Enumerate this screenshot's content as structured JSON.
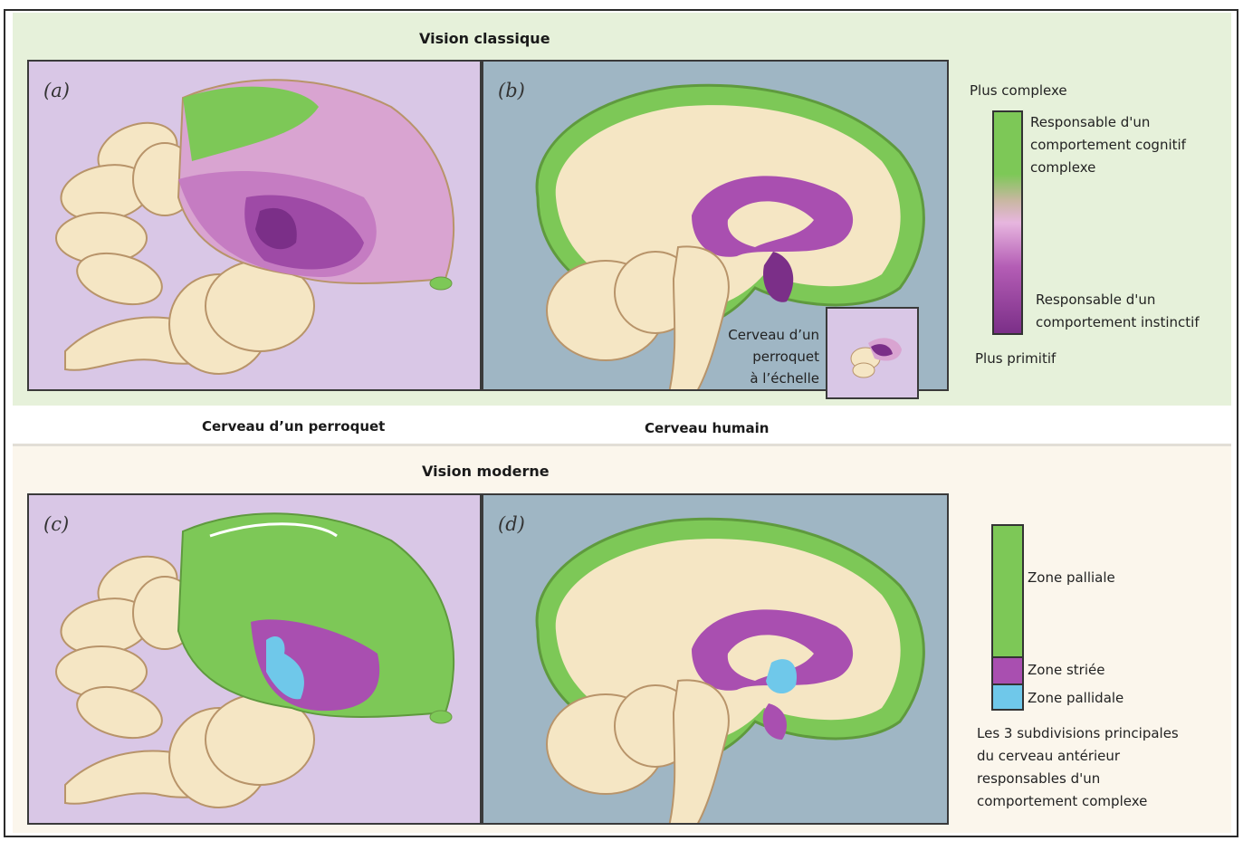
{
  "top": {
    "title": "Vision classique",
    "panel_a_label": "(a)",
    "panel_b_label": "(b)",
    "inset_caption": [
      "Cerveau d’un",
      "perroquet",
      "à l’échelle"
    ],
    "legend": {
      "top_label": "Plus complexe",
      "upper_text": [
        "Responsable d'un",
        "comportement cognitif",
        "complexe"
      ],
      "lower_text": [
        "Responsable d'un",
        "comportement instinctif"
      ],
      "bottom_label": "Plus primitif"
    }
  },
  "captions": {
    "parrot": "Cerveau d’un perroquet",
    "human": "Cerveau humain"
  },
  "bottom": {
    "title": "Vision moderne",
    "panel_c_label": "(c)",
    "panel_d_label": "(d)",
    "legend": {
      "pallial": "Zone palliale",
      "striatal": "Zone striée",
      "pallidal": "Zone pallidale",
      "description": [
        "Les 3 subdivisions principales",
        "du cerveau antérieur",
        "responsables d'un",
        "comportement complexe"
      ]
    }
  },
  "colors": {
    "green": "#7dc857",
    "purple_dark": "#7b2f88",
    "purple_mid": "#a94fb0",
    "pink": "#d9a4d1",
    "cyan": "#6fc8ea",
    "beige": "#f5e6c4",
    "panel_lilac": "#d9c7e6",
    "panel_blue": "#9fb6c4"
  }
}
